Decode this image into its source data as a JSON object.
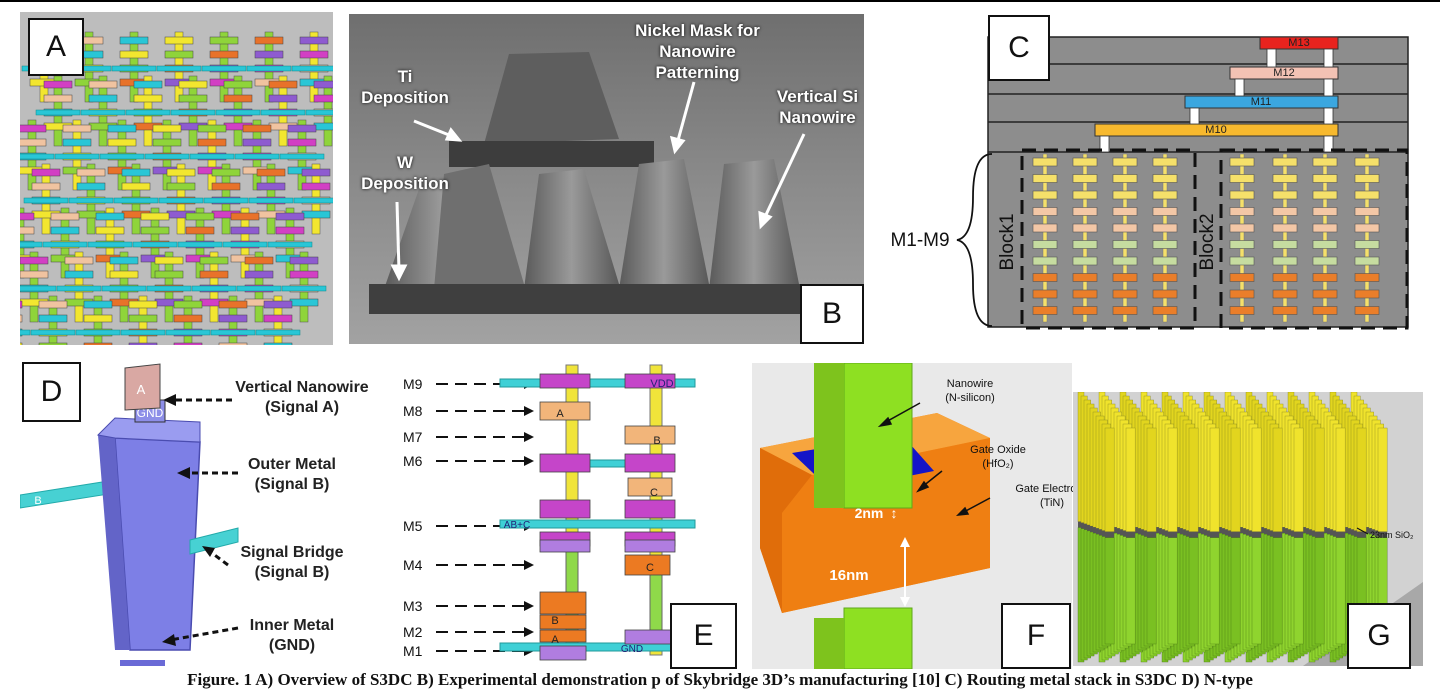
{
  "panel_labels": {
    "a": "A",
    "b": "B",
    "c": "C",
    "d": "D",
    "e": "E",
    "f": "F",
    "g": "G"
  },
  "panel_b": {
    "ti": "Ti\nDeposition",
    "nickel": "Nickel Mask for\nNanowire\nPatterning",
    "vsi": "Vertical Si\nNanowire",
    "w": "W\nDeposition"
  },
  "panel_c": {
    "metals": [
      "M13",
      "M12",
      "M11",
      "M10"
    ],
    "range": "M1-M9",
    "block1": "Block1",
    "block2": "Block2",
    "colors": {
      "m13": "#e8231e",
      "m12": "#f3c2b4",
      "m11": "#3ba7e0",
      "m10": "#f7b92e",
      "bg": "#888888"
    }
  },
  "panel_d": {
    "top_label": "A",
    "gnd_label": "GND",
    "bridge_label": "B",
    "vertical": "Vertical Nanowire\n(Signal A)",
    "outer": "Outer Metal\n(Signal B)",
    "bridge": "Signal Bridge\n(Signal B)",
    "inner": "Inner Metal\n(GND)"
  },
  "panel_e": {
    "layers": [
      "M9",
      "M8",
      "M7",
      "M6",
      "M5",
      "M4",
      "M3",
      "M2",
      "M1"
    ],
    "vdd": "VDD",
    "abc": "AB+C",
    "gnd": "GND",
    "a": "A",
    "b": "B",
    "c": "C"
  },
  "panel_f": {
    "nanowire": "Nanowire\n(N-silicon)",
    "oxide": "Gate Oxide\n(HfO₂)",
    "electrode": "Gate Electrode\n(TiN)",
    "d2": "2nm",
    "d16": "16nm"
  },
  "panel_g": {
    "sio2": "23nm SiO₂"
  },
  "caption": "Figure. 1 A) Overview of S3DC B) Experimental demonstration p of Skybridge 3D’s manufacturing [10] C) Routing metal stack in S3DC D) N-type"
}
